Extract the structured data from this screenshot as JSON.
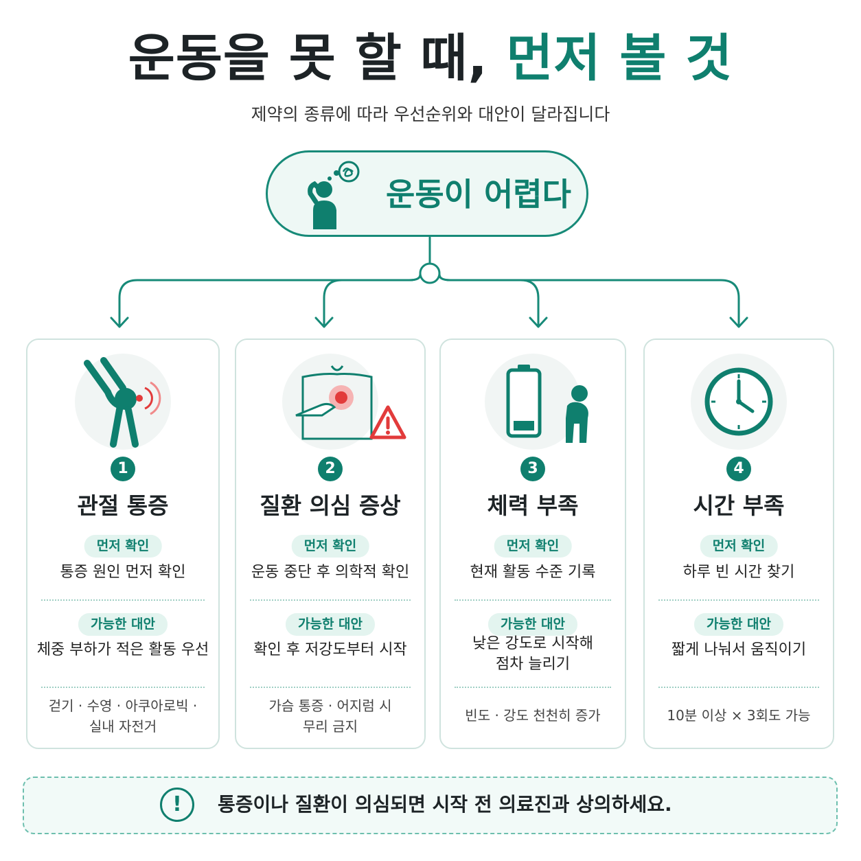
{
  "header": {
    "title_part1": "운동을 못 할 때,",
    "title_part2": "먼저 볼 것",
    "subtitle": "제약의 종류에 따라 우선순위와 대안이 달라집니다"
  },
  "root": {
    "label": "운동이 어렵다",
    "icon": "stressed-person-icon"
  },
  "labels": {
    "check_tag": "먼저 확인",
    "alt_tag": "가능한 대안"
  },
  "cards": [
    {
      "number": "1",
      "title": "관절 통증",
      "icon": "knee-joint-pain-icon",
      "check": "통증 원인 먼저 확인",
      "alternative": [
        "체중 부하가 적은 활동 우선"
      ],
      "examples": [
        "걷기 · 수영 · 아쿠아로빅 ·",
        "실내 자전거"
      ]
    },
    {
      "number": "2",
      "title": "질환 의심 증상",
      "icon": "chest-pain-warning-icon",
      "check": "운동 중단 후 의학적 확인",
      "alternative": [
        "확인 후 저강도부터 시작"
      ],
      "examples": [
        "가슴 통증 · 어지럼 시",
        "무리 금지"
      ]
    },
    {
      "number": "3",
      "title": "체력 부족",
      "icon": "low-battery-tired-icon",
      "check": "현재 활동 수준 기록",
      "alternative": [
        "낮은 강도로 시작해",
        "점차 늘리기"
      ],
      "examples": [
        "빈도 · 강도 천천히 증가"
      ]
    },
    {
      "number": "4",
      "title": "시간 부족",
      "icon": "clock-icon",
      "check": "하루 빈 시간 찾기",
      "alternative": [
        "짧게 나눠서 움직이기"
      ],
      "examples": [
        "10분 이상 × 3회도 가능"
      ]
    }
  ],
  "footer": {
    "icon": "exclamation-circle-icon",
    "text": "통증이나 질환이 의심되면 시작 전 의료진과 상의하세요."
  },
  "colors": {
    "accent": "#0f7f6e",
    "warning": "#e23b3b",
    "border": "#cfe3de"
  }
}
